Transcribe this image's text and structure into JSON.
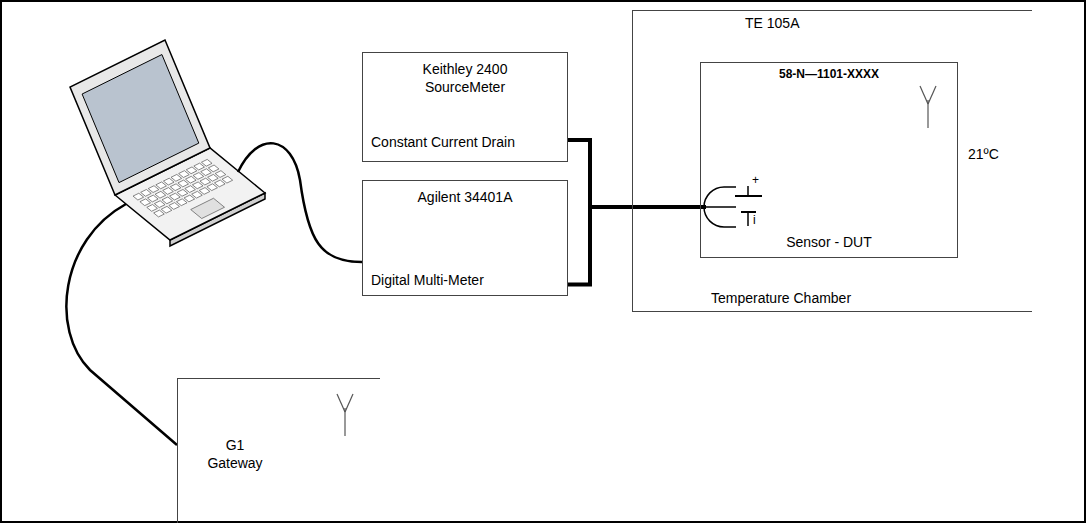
{
  "diagram": {
    "nodes": [
      {
        "text": [
          "Keithley 2400 SourceMeter",
          "Constant Current Drain"
        ]
      },
      {
        "text": [
          "Agilent 34401A",
          "Digital Multi-Meter"
        ]
      },
      {
        "text": [
          "TE 105A",
          "Temperature Chamber"
        ]
      },
      {
        "text": [
          "58-N—1101-XXXX",
          "Sensor - DUT"
        ],
        "in": 2
      },
      {
        "text": [
          "G1 Gateway"
        ]
      }
    ],
    "edges": [
      {
        "from": 0,
        "to": 3,
        "arrow": "none"
      },
      {
        "from": 1,
        "to": 3,
        "arrow": "none"
      }
    ],
    "labels": [
      "+",
      "i",
      "21ºC"
    ]
  }
}
